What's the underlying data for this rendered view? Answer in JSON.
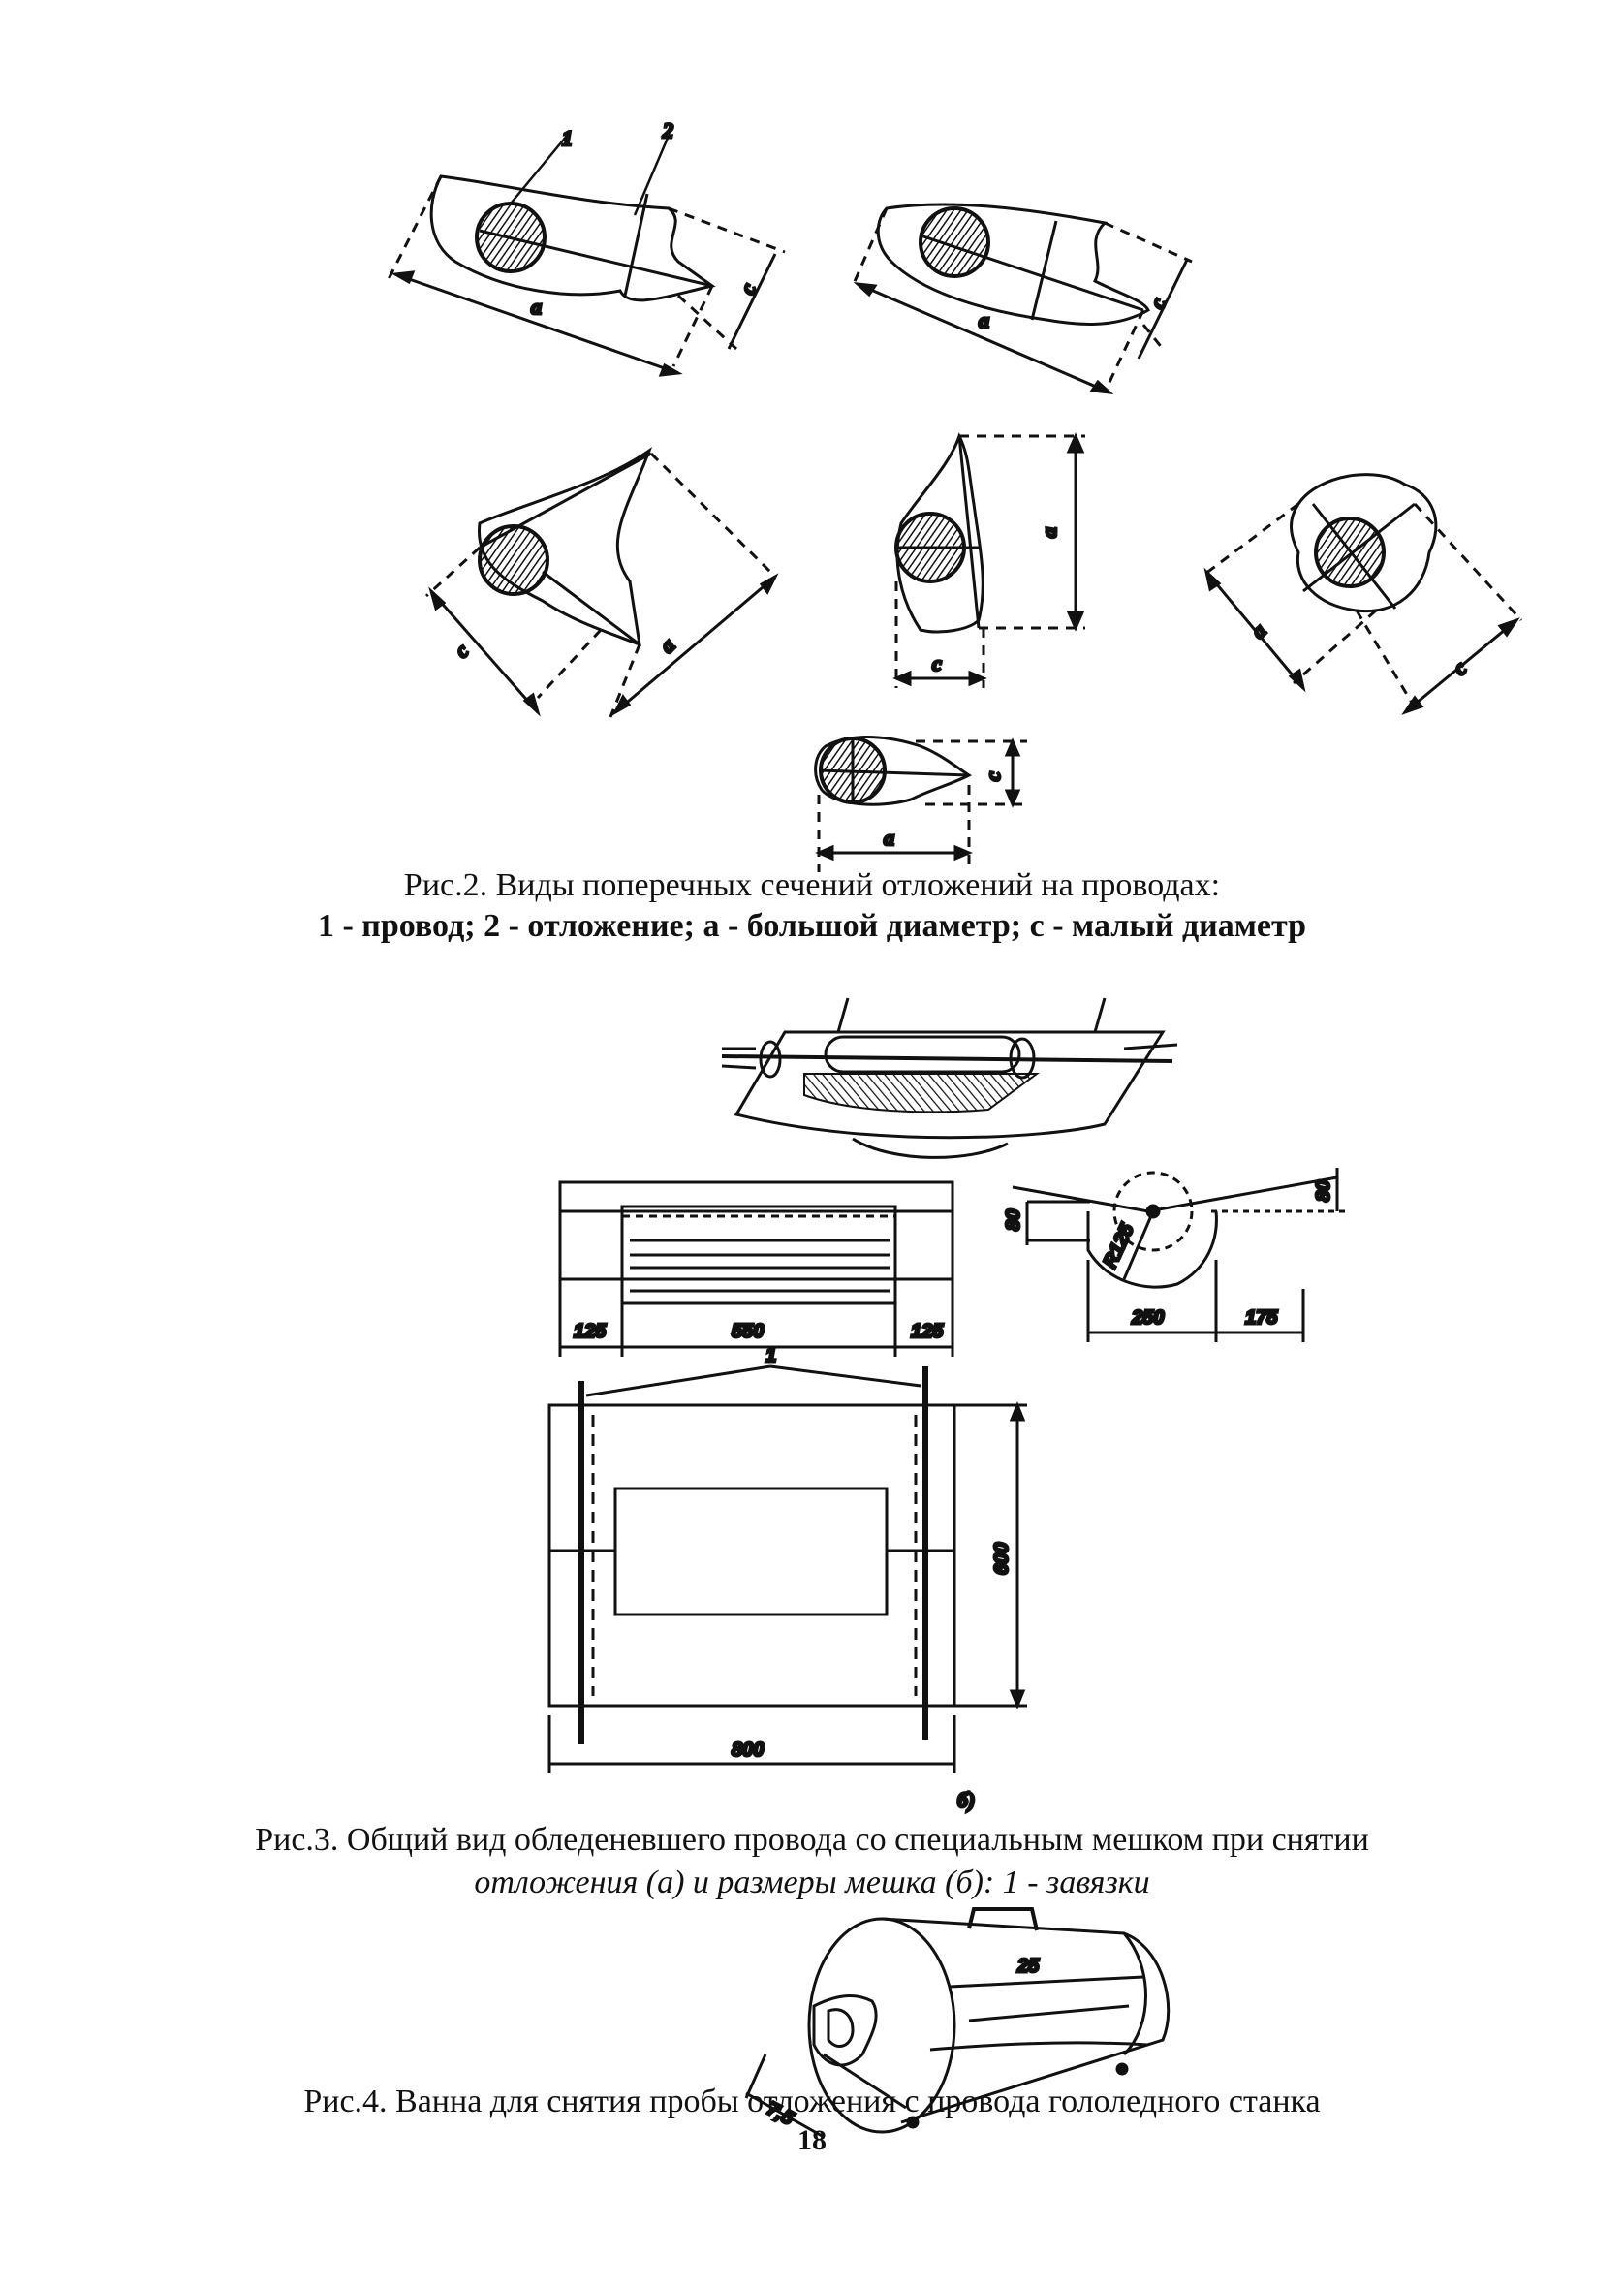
{
  "page": {
    "number": "18"
  },
  "figure2": {
    "caption_line1": "Рис.2. Виды поперечных сечений отложений на проводах:",
    "caption_line2": "1 - провод; 2 - отложение; а - большой диаметр; с - малый диаметр",
    "labels": {
      "one": "1",
      "two": "2",
      "a": "a",
      "c": "c"
    }
  },
  "figure3": {
    "caption_line1": "Рис.3. Общий вид обледеневшего провода со специальным мешком при снятии",
    "caption_line2": "отложения (а) и размеры мешка (б): 1 - завязки",
    "part_b_label": "б)",
    "dims": {
      "d125_left": "125",
      "d550": "550",
      "d125_right": "125",
      "d80_left": "80",
      "d80_right": "80",
      "r125": "R125",
      "d250": "250",
      "d175": "175",
      "d600": "600",
      "d800": "800",
      "tie_label": "1"
    }
  },
  "figure4": {
    "caption": "Рис.4. Ванна для снятия пробы отложения с провода гололедного станка",
    "dims": {
      "d25": "25",
      "d75": "7,5"
    }
  }
}
